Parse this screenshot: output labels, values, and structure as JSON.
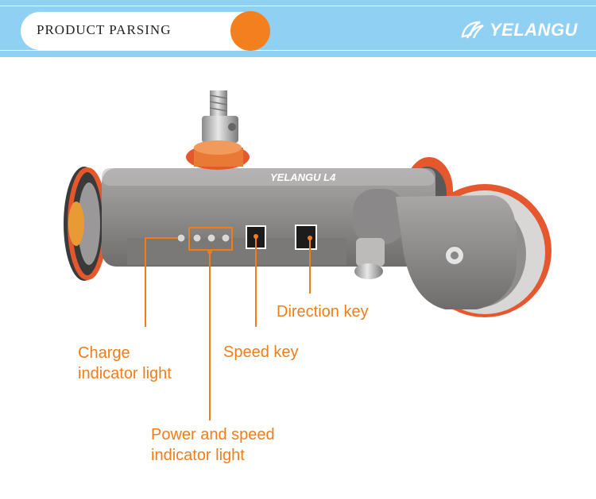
{
  "header": {
    "title": "PRODUCT PARSING",
    "brand": "YELANGU"
  },
  "product": {
    "engraving": "YELANGU L4"
  },
  "labels": {
    "direction_key": "Direction key",
    "speed_key": "Speed key",
    "charge_line1": "Charge",
    "charge_line2": "indicator light",
    "power_line1": "Power and speed",
    "power_line2": "indicator light"
  },
  "colors": {
    "banner": "#8fd0f3",
    "accent": "#f47f1f",
    "callout": "#f07d1a",
    "body_metal": "#8e8c8c"
  },
  "icons": [
    "yelangu-logo-icon"
  ]
}
